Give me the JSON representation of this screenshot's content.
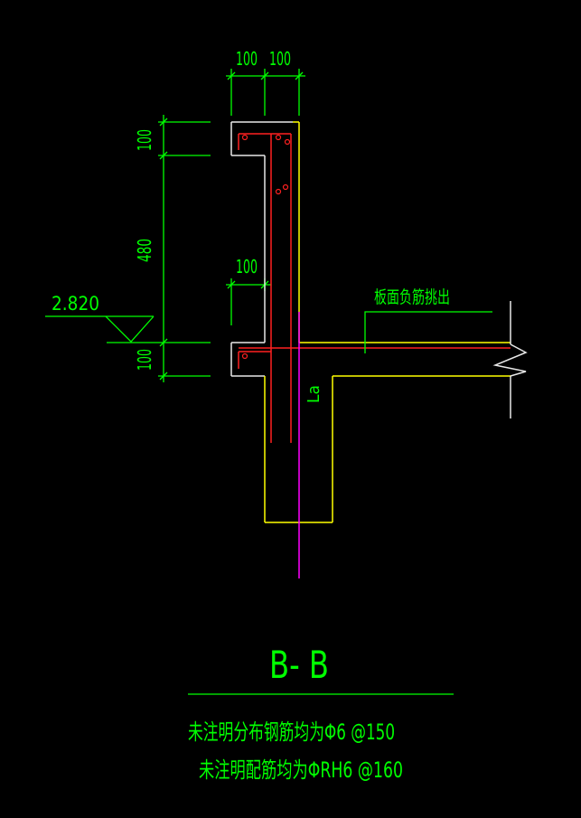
{
  "colors": {
    "background": "#000000",
    "dimension": "#00ff00",
    "concrete_outline": "#ffff00",
    "concrete_edge": "#e8e8e8",
    "rebar": "#ff2020",
    "centerline": "#ff00ff",
    "text": "#00ff00"
  },
  "dimensions": {
    "top": [
      "100",
      "100"
    ],
    "left": [
      "100",
      "480",
      "100"
    ],
    "middle": "100"
  },
  "elevation": "2.820",
  "annotation": "板面负筋挑出",
  "anchor_label": "La",
  "title": "B- B",
  "notes": [
    "未注明分布钢筋均为Φ6 @150",
    "未注明配筋均为ΦRH6 @160"
  ]
}
